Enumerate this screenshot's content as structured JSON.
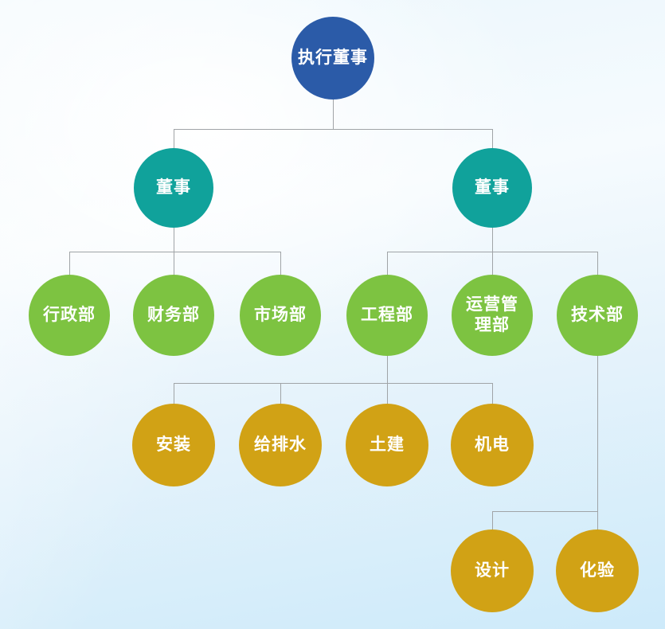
{
  "org": {
    "diagram_type": "organization-chart",
    "colors": {
      "root_node": "#2b5ba8",
      "director_node": "#10a29b",
      "department_node": "#7dc341",
      "team_node": "#d1a215",
      "connector_line": "#a0a4a7",
      "node_text": "#ffffff"
    },
    "nodes": [
      {
        "id": "executive-director",
        "label": "执行董事",
        "role": "root",
        "parent": null
      },
      {
        "id": "director-left",
        "label": "董事",
        "role": "director",
        "parent": "executive-director"
      },
      {
        "id": "director-right",
        "label": "董事",
        "role": "director",
        "parent": "executive-director"
      },
      {
        "id": "administration-dept",
        "label": "行政部",
        "role": "department",
        "parent": "director-left"
      },
      {
        "id": "finance-dept",
        "label": "财务部",
        "role": "department",
        "parent": "director-left"
      },
      {
        "id": "marketing-dept",
        "label": "市场部",
        "role": "department",
        "parent": "director-left"
      },
      {
        "id": "engineering-dept",
        "label": "工程部",
        "role": "department",
        "parent": "director-right"
      },
      {
        "id": "operations-management-dept",
        "label": "运营管理部",
        "role": "department",
        "parent": "director-right"
      },
      {
        "id": "technology-dept",
        "label": "技术部",
        "role": "department",
        "parent": "director-right"
      },
      {
        "id": "installation-team",
        "label": "安装",
        "role": "team",
        "parent": "engineering-dept"
      },
      {
        "id": "water-drainage-team",
        "label": "给排水",
        "role": "team",
        "parent": "engineering-dept"
      },
      {
        "id": "civil-construction-team",
        "label": "土建",
        "role": "team",
        "parent": "engineering-dept"
      },
      {
        "id": "mechanical-electrical-team",
        "label": "机电",
        "role": "team",
        "parent": "engineering-dept"
      },
      {
        "id": "design-team",
        "label": "设计",
        "role": "team",
        "parent": "technology-dept"
      },
      {
        "id": "lab-test-team",
        "label": "化验",
        "role": "team",
        "parent": "technology-dept"
      }
    ]
  }
}
